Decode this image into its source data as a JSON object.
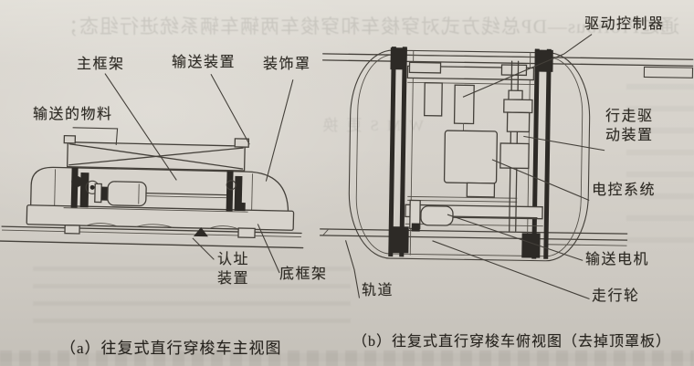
{
  "page": {
    "background": "#d6d2cb",
    "ink": "#44403a",
    "dark_ink": "#2d2a26"
  },
  "bleedthrough": {
    "top_line": "通过Profibus—DP总线方式对穿梭车和穿梭车两辆车辆系统进行组态；",
    "mid_line": "WMS更换"
  },
  "figure_a": {
    "caption": "（a）往复式直行穿梭车主视图",
    "labels": {
      "material": "输送的物料",
      "main_frame": "主框架",
      "conveyor": "输送装置",
      "decorative_cover": "装饰罩",
      "addressing_device": "认址装置",
      "bottom_frame": "底框架"
    }
  },
  "figure_b": {
    "caption": "（b）往复式直行穿梭车俯视图（去掉顶罩板）",
    "labels": {
      "drive_controller": "驱动控制器",
      "travel_drive": "行走驱动装置",
      "electric_control_system": "电控系统",
      "conveyor_motor": "输送电机",
      "travel_wheel": "走行轮",
      "track": "轨道"
    }
  }
}
